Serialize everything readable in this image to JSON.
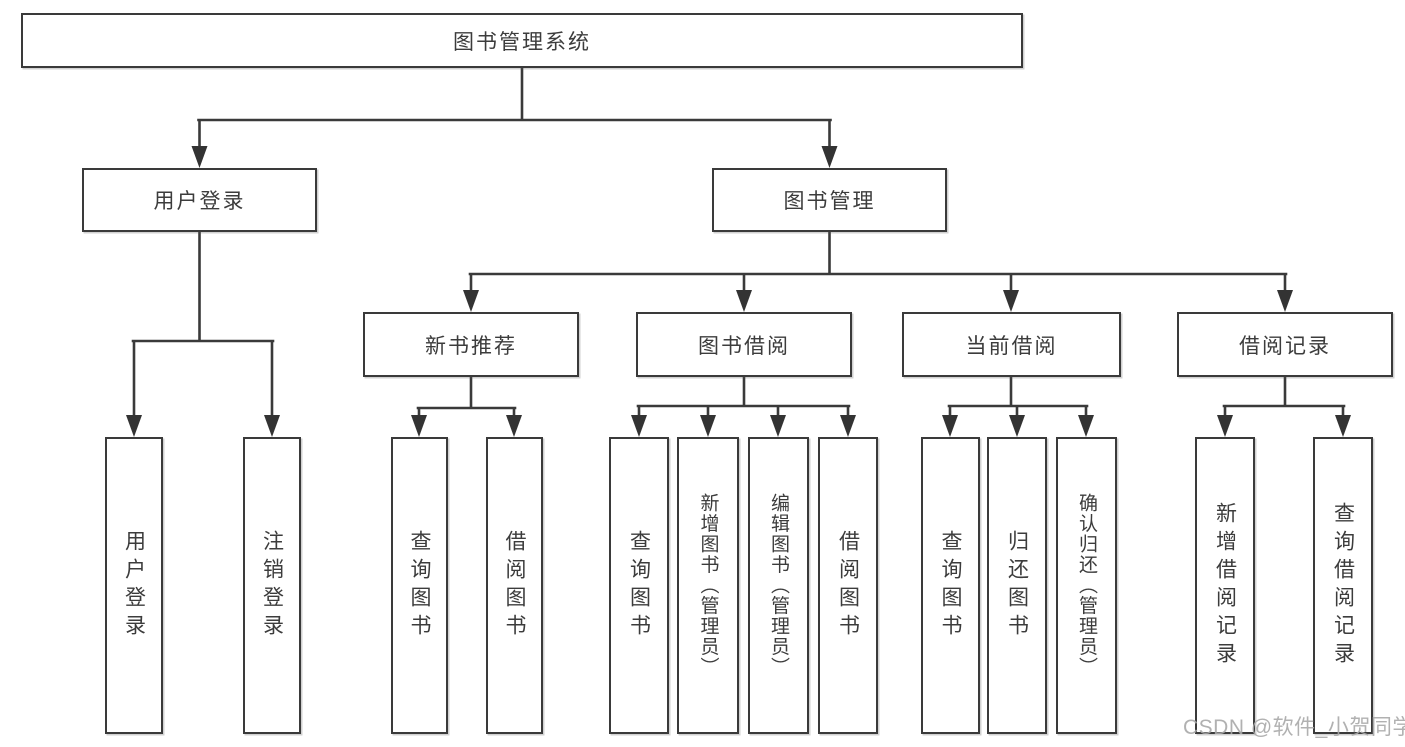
{
  "nodes": {
    "root": "图书管理系统",
    "user_login": "用户登录",
    "book_management": "图书管理",
    "new_book_recommend": "新书推荐",
    "book_borrow": "图书借阅",
    "current_borrow": "当前借阅",
    "borrow_records": "借阅记录"
  },
  "leaves": {
    "user_login": [
      "用户登录",
      "注销登录"
    ],
    "new_book_recommend": [
      "查询图书",
      "借阅图书"
    ],
    "book_borrow": [
      "查询图书",
      "新增图书（管理员）",
      "编辑图书（管理员）",
      "借阅图书"
    ],
    "current_borrow": [
      "查询图书",
      "归还图书",
      "确认归还（管理员）"
    ],
    "borrow_records": [
      "新增借阅记录",
      "查询借阅记录"
    ]
  },
  "watermark": "CSDN @软件_小贺同学",
  "colors": {
    "line": "#3a3a3a",
    "text": "#3c3c3c",
    "watermark": "#a8a8a8",
    "background": "#ffffff"
  }
}
